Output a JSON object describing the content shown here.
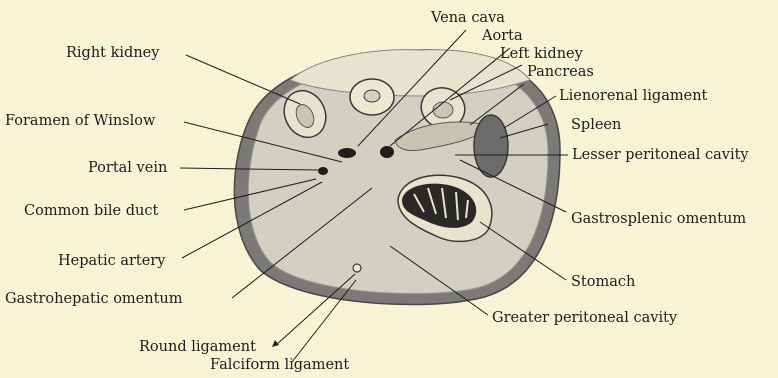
{
  "labels": {
    "vena_cava": "Vena cava",
    "aorta": "Aorta",
    "left_kidney": "Left kidney",
    "right_kidney": "Right kidney",
    "pancreas": "Pancreas",
    "lienorenal_ligament": "Lienorenal ligament",
    "foramen_of_winslow": "Foramen of Winslow",
    "spleen": "Spleen",
    "lesser_peritoneal_cavity": "Lesser peritoneal cavity",
    "portal_vein": "Portal vein",
    "common_bile_duct": "Common bile duct",
    "gastrosplenic_omentum": "Gastrosplenic omentum",
    "hepatic_artery": "Hepatic artery",
    "stomach": "Stomach",
    "gastrohepatic_omentum": "Gastrohepatic omentum",
    "greater_peritoneal_cavity": "Greater peritoneal cavity",
    "round_ligament": "Round ligament",
    "falciform_ligament": "Falciform ligament"
  },
  "colors": {
    "background": "#f7f4d6",
    "cavity": "#d2d0c2",
    "wall": "#6b6966",
    "organ_edge": "#3a3936",
    "spleen": "#6d6c6a",
    "leader": "#1c1c1c"
  }
}
